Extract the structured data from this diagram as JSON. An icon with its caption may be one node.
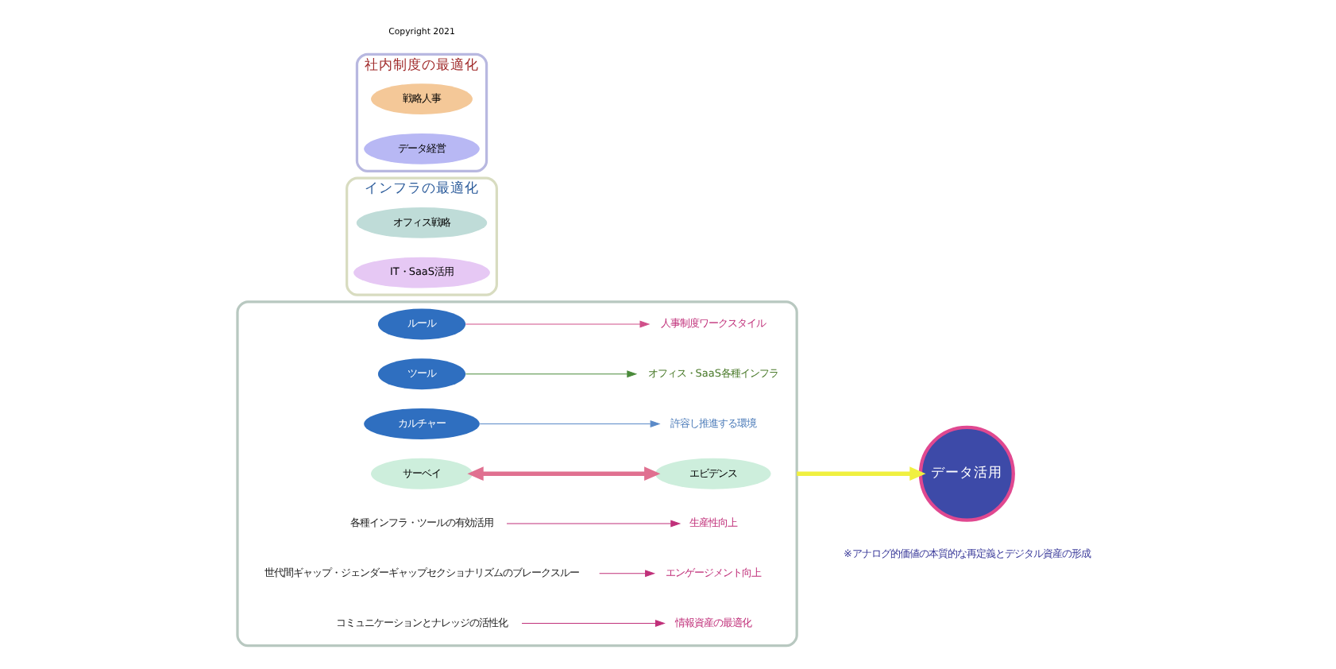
{
  "diagram": {
    "nodes": [
      {
        "text": [],
        "shape": "box"
      },
      {
        "text": [
          "ルール"
        ],
        "in": 0
      },
      {
        "text": [
          "ツール"
        ],
        "in": 0
      },
      {
        "text": [
          "カルチャー"
        ],
        "in": 0
      },
      {
        "text": [
          "人事制度ワークスタイル"
        ],
        "in": 0
      },
      {
        "text": [
          "オフィス・SaaS各種インフラ"
        ],
        "in": 0
      },
      {
        "text": [
          "許容し推進する環境"
        ],
        "in": 0
      },
      {
        "text": [
          "サーベイ"
        ],
        "in": 0
      },
      {
        "text": [
          "エビデンス"
        ],
        "in": 0
      },
      {
        "text": [
          "インフラの最適化"
        ]
      },
      {
        "text": [
          "オフィス戦略"
        ],
        "in": 9
      },
      {
        "text": [
          "IT・SaaS活用"
        ],
        "in": 9
      },
      {
        "text": [
          "データ活用"
        ],
        "beside": [
          "※アナログ的価値の本質的な再定義とデジタル資産の形成"
        ]
      },
      {
        "text": [
          "社内制度の最適化"
        ]
      },
      {
        "text": [
          "戦略人事"
        ],
        "in": 13
      },
      {
        "text": [
          "データ経営"
        ],
        "in": 13
      },
      {
        "text": [
          "各種インフラ・ツールの有効活用"
        ],
        "in": 0
      },
      {
        "text": [
          "生産性向上"
        ],
        "in": 0
      },
      {
        "text": [
          "世代間ギャップ・ジェンダーギャップセクショナリズムのブレークスルー"
        ],
        "in": 0
      },
      {
        "text": [
          "エンゲージメント向上"
        ],
        "in": 0
      },
      {
        "text": [
          "コミュニケーションとナレッジの活性化"
        ],
        "in": 0
      },
      {
        "text": [
          "情報資産の最適化"
        ],
        "in": 0
      }
    ],
    "edges": [
      {
        "from": 1,
        "to": 4,
        "arrow": "to",
        "color": "#d0508a"
      },
      {
        "from": 2,
        "to": 5,
        "arrow": "to",
        "color": "#4a8a3a"
      },
      {
        "from": 3,
        "to": 6,
        "arrow": "to",
        "color": "#5a8ac8"
      },
      {
        "from": 7,
        "to": 8,
        "arrow": "both",
        "style": "thick",
        "color": "#e07090"
      },
      {
        "from": 0,
        "to": 12,
        "arrow": "to",
        "style": "thick",
        "color": "#f0f040"
      },
      {
        "from": 16,
        "to": 17,
        "arrow": "to",
        "color": "#c0307a"
      },
      {
        "from": 18,
        "to": 19,
        "arrow": "to",
        "color": "#c0307a"
      },
      {
        "from": 20,
        "to": 21,
        "arrow": "to",
        "color": "#c0307a"
      }
    ],
    "labels": [
      "Copyright 2021"
    ]
  }
}
